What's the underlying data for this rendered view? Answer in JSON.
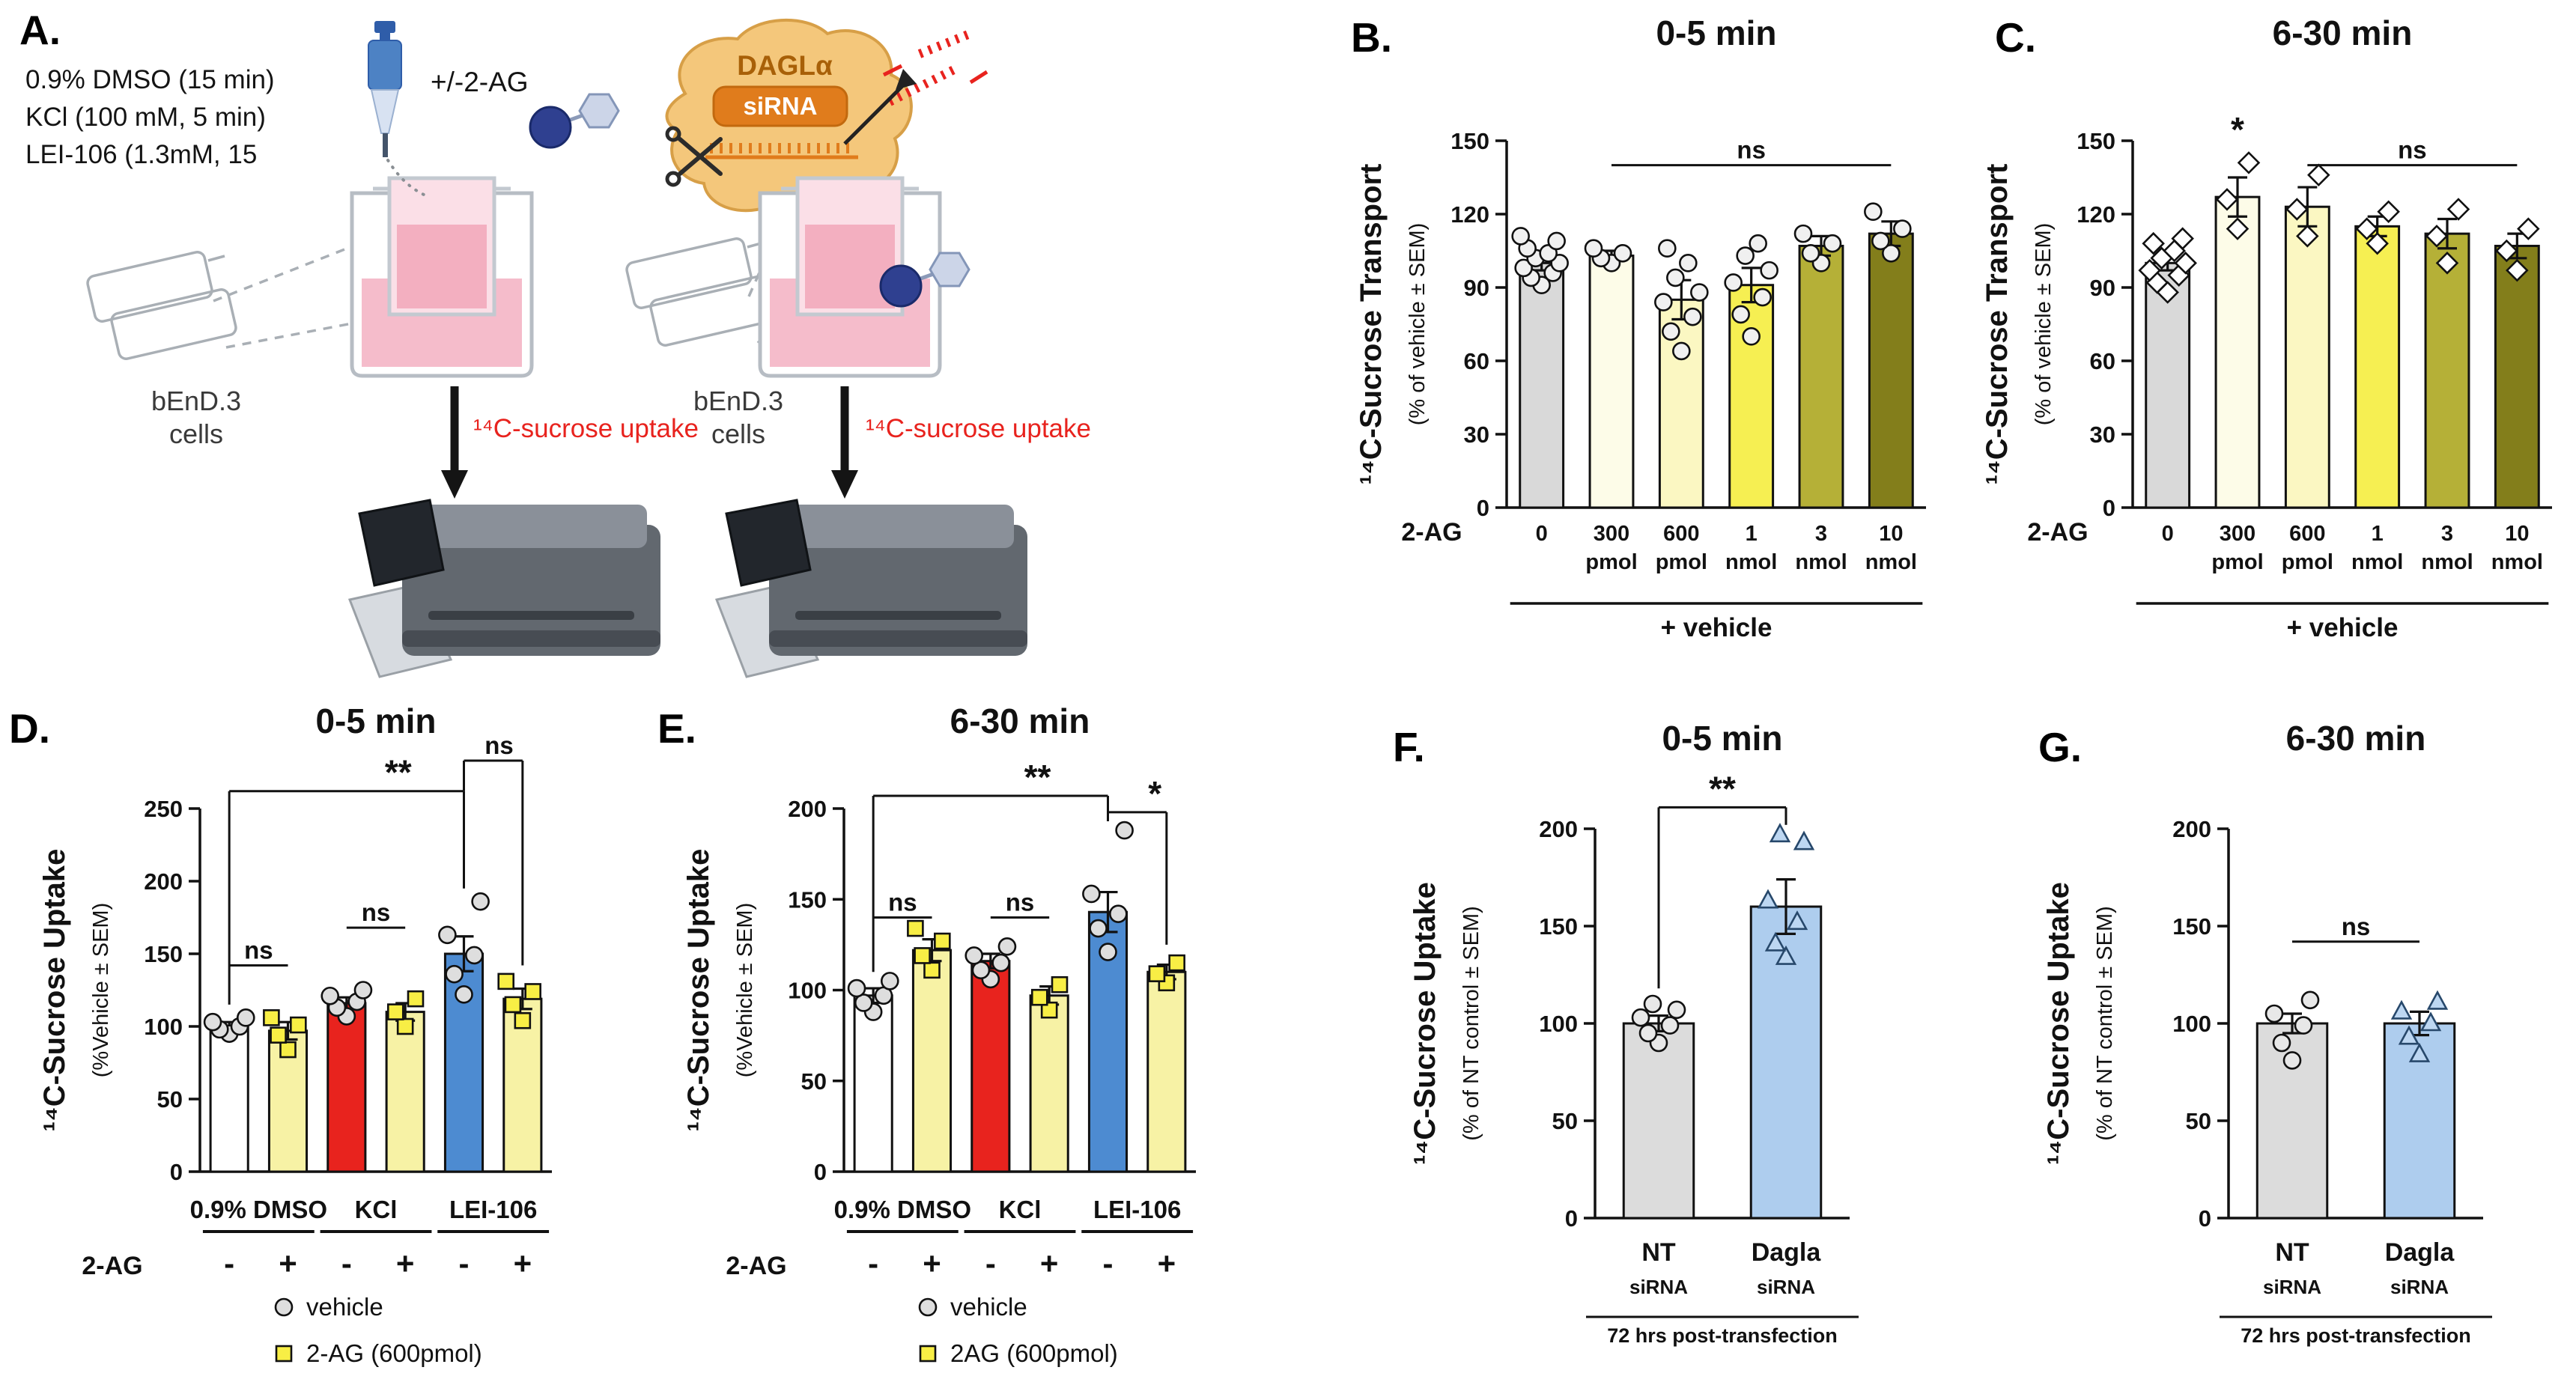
{
  "figure_background": "#ffffff",
  "panel_labels": {
    "A": "A.",
    "B": "B.",
    "C": "C.",
    "D": "D.",
    "E": "E.",
    "F": "F.",
    "G": "G."
  },
  "schematic": {
    "treatment_lines": [
      "0.9% DMSO (15 min)",
      "KCl (100 mM, 5 min)",
      "LEI-106 (1.3mM, 15"
    ],
    "ag_label": "+/-2-AG",
    "cells_line1": "bEnD.3",
    "cells_line2": "cells",
    "uptake_label": "¹⁴C-sucrose uptake",
    "uptake_color": "#e8231e",
    "dagl_label": "DAGLα",
    "sirna_label": "siRNA"
  },
  "chart_data": [
    {
      "id": "B",
      "type": "bar",
      "title": "0-5 min",
      "ylabel": "¹⁴C-Sucrose Transport",
      "ylabel_sub": "(% of vehicle ± SEM)",
      "ylim": [
        0,
        150
      ],
      "yticks": [
        0,
        30,
        60,
        90,
        120,
        150
      ],
      "x_prefix": "2-AG",
      "bars": [
        {
          "label": "0",
          "label2": "",
          "value": 100,
          "error": 3,
          "color": "#d9d9d9",
          "marker": "circle",
          "marker_fill": "#f0f0f0",
          "points": [
            91,
            94,
            96,
            98,
            100,
            102,
            104,
            106,
            109,
            111
          ]
        },
        {
          "label": "300",
          "label2": "pmol",
          "value": 103,
          "error": 2,
          "color": "#fdfce8",
          "marker": "circle",
          "marker_fill": "#f0f0f0",
          "points": [
            100,
            102,
            104,
            106
          ]
        },
        {
          "label": "600",
          "label2": "pmol",
          "value": 85,
          "error": 8,
          "color": "#fbf7c2",
          "marker": "circle",
          "marker_fill": "#f0f0f0",
          "points": [
            64,
            72,
            78,
            84,
            88,
            94,
            100,
            106
          ]
        },
        {
          "label": "1",
          "label2": "nmol",
          "value": 91,
          "error": 7,
          "color": "#f6ef52",
          "marker": "circle",
          "marker_fill": "#f0f0f0",
          "points": [
            70,
            79,
            86,
            92,
            97,
            103,
            108
          ]
        },
        {
          "label": "3",
          "label2": "nmol",
          "value": 107,
          "error": 4,
          "color": "#b5b037",
          "marker": "circle",
          "marker_fill": "#f0f0f0",
          "points": [
            100,
            104,
            108,
            112
          ]
        },
        {
          "label": "10",
          "label2": "nmol",
          "value": 112,
          "error": 5,
          "color": "#837e1b",
          "marker": "circle",
          "marker_fill": "#f0f0f0",
          "points": [
            104,
            109,
            114,
            121
          ]
        }
      ],
      "underline": {
        "label": "+ vehicle",
        "from": 0,
        "to": 5
      },
      "annotations": [
        {
          "type": "line",
          "x1": 1,
          "x2": 5,
          "y": 140,
          "label": "ns"
        }
      ]
    },
    {
      "id": "C",
      "type": "bar",
      "title": "6-30 min",
      "ylabel": "¹⁴C-Sucrose Transport",
      "ylabel_sub": "(% of vehicle ± SEM)",
      "ylim": [
        0,
        150
      ],
      "yticks": [
        0,
        30,
        60,
        90,
        120,
        150
      ],
      "x_prefix": "2-AG",
      "bars": [
        {
          "label": "0",
          "label2": "",
          "value": 100,
          "error": 3,
          "color": "#d9d9d9",
          "marker": "diamond",
          "marker_fill": "#ffffff",
          "points": [
            88,
            92,
            95,
            97,
            100,
            102,
            105,
            108,
            110
          ]
        },
        {
          "label": "300",
          "label2": "pmol",
          "value": 127,
          "error": 8,
          "color": "#fdfce8",
          "marker": "diamond",
          "marker_fill": "#ffffff",
          "points": [
            114,
            126,
            141
          ]
        },
        {
          "label": "600",
          "label2": "pmol",
          "value": 123,
          "error": 8,
          "color": "#fbf7c2",
          "marker": "diamond",
          "marker_fill": "#ffffff",
          "points": [
            111,
            122,
            136
          ]
        },
        {
          "label": "1",
          "label2": "nmol",
          "value": 115,
          "error": 4,
          "color": "#f6ef52",
          "marker": "diamond",
          "marker_fill": "#ffffff",
          "points": [
            108,
            114,
            121
          ]
        },
        {
          "label": "3",
          "label2": "nmol",
          "value": 112,
          "error": 6,
          "color": "#b5b037",
          "marker": "diamond",
          "marker_fill": "#ffffff",
          "points": [
            100,
            111,
            122
          ]
        },
        {
          "label": "10",
          "label2": "nmol",
          "value": 107,
          "error": 5,
          "color": "#837e1b",
          "marker": "diamond",
          "marker_fill": "#ffffff",
          "points": [
            97,
            105,
            114
          ]
        }
      ],
      "underline": {
        "label": "+ vehicle",
        "from": 0,
        "to": 5
      },
      "annotations": [
        {
          "type": "text",
          "x1": 1,
          "y": 147,
          "label": "*"
        },
        {
          "type": "line",
          "x1": 2,
          "x2": 5,
          "y": 140,
          "label": "ns"
        }
      ]
    },
    {
      "id": "D",
      "type": "bar",
      "title": "0-5 min",
      "ylabel": "¹⁴C-Sucrose Uptake",
      "ylabel_sub": "(%Vehicle ± SEM)",
      "ylim": [
        0,
        250
      ],
      "yticks": [
        0,
        50,
        100,
        150,
        200,
        250
      ],
      "x_prefix": "2-AG",
      "bars": [
        {
          "sub": "-",
          "value": 100,
          "error": 3,
          "color": "#ffffff",
          "marker": "circle",
          "marker_fill": "#dedede",
          "points": [
            95,
            98,
            100,
            103,
            106
          ]
        },
        {
          "sub": "+",
          "value": 97,
          "error": 6,
          "color": "#f7f2a5",
          "marker": "square",
          "marker_fill": "#f8ee45",
          "points": [
            84,
            94,
            101,
            106
          ]
        },
        {
          "sub": "-",
          "value": 116,
          "error": 4,
          "color": "#e8231e",
          "marker": "circle",
          "marker_fill": "#dedede",
          "points": [
            107,
            113,
            117,
            121,
            125
          ]
        },
        {
          "sub": "+",
          "value": 110,
          "error": 6,
          "color": "#f7f2a5",
          "marker": "square",
          "marker_fill": "#f8ee45",
          "points": [
            100,
            110,
            119
          ]
        },
        {
          "sub": "-",
          "value": 150,
          "error": 12,
          "color": "#4d8bd1",
          "marker": "circle",
          "marker_fill": "#dedede",
          "points": [
            122,
            136,
            149,
            163,
            186
          ]
        },
        {
          "sub": "+",
          "value": 119,
          "error": 7,
          "color": "#f7f2a5",
          "marker": "square",
          "marker_fill": "#f8ee45",
          "points": [
            104,
            115,
            124,
            131
          ]
        }
      ],
      "groups": [
        {
          "label": "0.9% DMSO",
          "from": 0,
          "to": 1
        },
        {
          "label": "KCl",
          "from": 2,
          "to": 3
        },
        {
          "label": "LEI-106",
          "from": 4,
          "to": 5
        }
      ],
      "annotations": [
        {
          "type": "line",
          "x1": 0,
          "x2": 1,
          "y": 142,
          "label": "ns"
        },
        {
          "type": "line",
          "x1": 2,
          "x2": 3,
          "y": 168,
          "label": "ns"
        },
        {
          "type": "bracket",
          "x1": 0,
          "x2": 4,
          "y": 262,
          "y1": 115,
          "y2": 195,
          "label": "**",
          "label_frac": 0.72
        },
        {
          "type": "bracket",
          "x1": 4,
          "x2": 5,
          "y": 283,
          "y1": 262,
          "y2": 142,
          "label": "ns",
          "label_frac": 0.6
        }
      ],
      "legend": [
        {
          "marker": "circle",
          "marker_fill": "#dedede",
          "label": "vehicle"
        },
        {
          "marker": "square",
          "marker_fill": "#f8ee45",
          "label": "2-AG (600pmol)"
        }
      ]
    },
    {
      "id": "E",
      "type": "bar",
      "title": "6-30 min",
      "ylabel": "¹⁴C-Sucrose Uptake",
      "ylabel_sub": "(%Vehicle ± SEM)",
      "ylim": [
        0,
        200
      ],
      "yticks": [
        0,
        50,
        100,
        150,
        200
      ],
      "x_prefix": "2-AG",
      "bars": [
        {
          "sub": "-",
          "value": 97,
          "error": 4,
          "color": "#ffffff",
          "marker": "circle",
          "marker_fill": "#dedede",
          "points": [
            88,
            93,
            97,
            101,
            105
          ]
        },
        {
          "sub": "+",
          "value": 122,
          "error": 6,
          "color": "#f7f2a5",
          "marker": "square",
          "marker_fill": "#f8ee45",
          "points": [
            111,
            119,
            127,
            134
          ]
        },
        {
          "sub": "-",
          "value": 116,
          "error": 4,
          "color": "#e8231e",
          "marker": "circle",
          "marker_fill": "#dedede",
          "points": [
            106,
            111,
            115,
            119,
            124
          ]
        },
        {
          "sub": "+",
          "value": 97,
          "error": 5,
          "color": "#f7f2a5",
          "marker": "square",
          "marker_fill": "#f8ee45",
          "points": [
            89,
            96,
            103
          ]
        },
        {
          "sub": "-",
          "value": 143,
          "error": 11,
          "color": "#4d8bd1",
          "marker": "circle",
          "marker_fill": "#dedede",
          "points": [
            121,
            134,
            142,
            153,
            188
          ]
        },
        {
          "sub": "+",
          "value": 110,
          "error": 4,
          "color": "#f7f2a5",
          "marker": "square",
          "marker_fill": "#f8ee45",
          "points": [
            104,
            109,
            115
          ]
        }
      ],
      "groups": [
        {
          "label": "0.9% DMSO",
          "from": 0,
          "to": 1
        },
        {
          "label": "KCl",
          "from": 2,
          "to": 3
        },
        {
          "label": "LEI-106",
          "from": 4,
          "to": 5
        }
      ],
      "annotations": [
        {
          "type": "line",
          "x1": 0,
          "x2": 1,
          "y": 140,
          "label": "ns"
        },
        {
          "type": "line",
          "x1": 2,
          "x2": 3,
          "y": 140,
          "label": "ns"
        },
        {
          "type": "bracket",
          "x1": 0,
          "x2": 4,
          "y": 207,
          "y1": 110,
          "y2": 196,
          "label": "**",
          "label_frac": 0.7
        },
        {
          "type": "bracket",
          "x1": 4,
          "x2": 5,
          "y": 198,
          "y1": 193,
          "y2": 125,
          "label": "*",
          "label_frac": 0.8
        }
      ],
      "legend": [
        {
          "marker": "circle",
          "marker_fill": "#dedede",
          "label": "vehicle"
        },
        {
          "marker": "square",
          "marker_fill": "#f8ee45",
          "label": "2AG (600pmol)"
        }
      ]
    },
    {
      "id": "F",
      "type": "bar",
      "title": "0-5 min",
      "ylabel": "¹⁴C-Sucrose Uptake",
      "ylabel_sub": "(% of NT control ± SEM)",
      "ylim": [
        0,
        200
      ],
      "yticks": [
        0,
        50,
        100,
        150,
        200
      ],
      "bars": [
        {
          "label": "NT",
          "label2": "siRNA",
          "value": 100,
          "error": 4,
          "color": "#dcdcdc",
          "marker": "circle",
          "marker_fill": "#e8e8e8",
          "points": [
            90,
            95,
            99,
            103,
            107,
            110
          ]
        },
        {
          "label": "Dagla",
          "label2": "siRNA",
          "value": 160,
          "error": 14,
          "color": "#aecdee",
          "marker": "triangle",
          "marker_fill": "#bdd7f2",
          "points": [
            134,
            141,
            152,
            163,
            193,
            197
          ]
        }
      ],
      "annotations": [
        {
          "type": "bracket",
          "x1": 0,
          "x2": 1,
          "y": 211,
          "y1": 118,
          "y2": 202,
          "label": "**",
          "label_frac": 0.5
        }
      ],
      "footer": "72 hrs post-transfection"
    },
    {
      "id": "G",
      "type": "bar",
      "title": "6-30 min",
      "ylabel": "¹⁴C-Sucrose Uptake",
      "ylabel_sub": "(% of NT control ± SEM)",
      "ylim": [
        0,
        200
      ],
      "yticks": [
        0,
        50,
        100,
        150,
        200
      ],
      "bars": [
        {
          "label": "NT",
          "label2": "siRNA",
          "value": 100,
          "error": 5,
          "color": "#dcdcdc",
          "marker": "circle",
          "marker_fill": "#e8e8e8",
          "points": [
            81,
            90,
            99,
            105,
            112
          ]
        },
        {
          "label": "Dagla",
          "label2": "siRNA",
          "value": 100,
          "error": 6,
          "color": "#aecdee",
          "marker": "triangle",
          "marker_fill": "#bdd7f2",
          "points": [
            84,
            93,
            100,
            106,
            111
          ]
        }
      ],
      "annotations": [
        {
          "type": "line",
          "x1": 0,
          "x2": 1,
          "y": 142,
          "label": "ns"
        }
      ],
      "footer": "72 hrs post-transfection"
    }
  ]
}
